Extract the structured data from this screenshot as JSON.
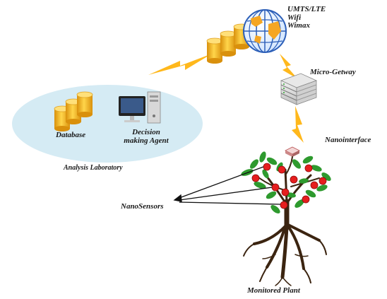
{
  "network": {
    "line1": "UMTS/LTE",
    "line2": "Wifi",
    "line3": "Wimax"
  },
  "gateway_label": "Micro-Getway",
  "nanointerface_label": "Nanointerface",
  "lab": {
    "database_label": "Database",
    "agent_line1": "Decision",
    "agent_line2": "making Agent",
    "title": "Analysis Laboratory"
  },
  "nanosensors_label": "NanoSensors",
  "plant_label": "Monitored Plant",
  "colors": {
    "ellipse": "#d5ebf4",
    "bolt": "#ffb81c",
    "cylinder": "#f0b020",
    "fruit": "#e61e1e",
    "leaf": "#2e9a2e",
    "trunk": "#3b2410"
  },
  "icons": [
    "globe-icon",
    "server-icon",
    "database-icon",
    "computer-icon",
    "lightning-icon",
    "nanochip-icon",
    "plant-icon"
  ]
}
